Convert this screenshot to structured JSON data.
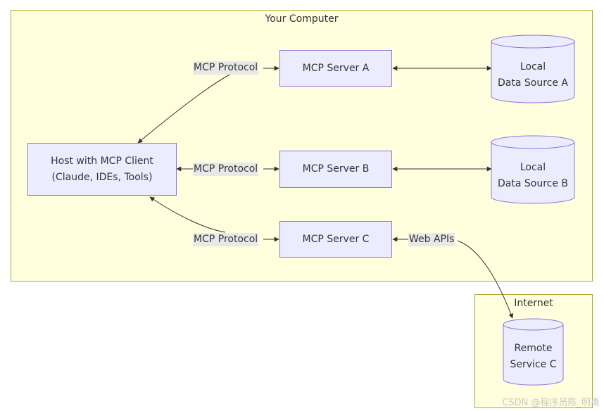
{
  "groups": {
    "computer": "Your Computer",
    "internet": "Internet"
  },
  "nodes": {
    "host": "Host with MCP Client\n(Claude, IDEs, Tools)",
    "server_a": "MCP Server A",
    "server_b": "MCP Server B",
    "server_c": "MCP Server C",
    "source_a": "Local\nData Source A",
    "source_b": "Local\nData Source B",
    "remote": "Remote\nService C"
  },
  "edges": {
    "protocol_a": "MCP Protocol",
    "protocol_b": "MCP Protocol",
    "protocol_c": "MCP Protocol",
    "web_apis": "Web APIs"
  },
  "watermark": "CSDN @程序员陈_明勇",
  "colors": {
    "group_fill": "#ffffde",
    "group_border": "#aaaa33",
    "node_fill": "#ececff",
    "node_border": "#9370db",
    "edge": "#333333",
    "label_bg": "#e8e8e8"
  }
}
